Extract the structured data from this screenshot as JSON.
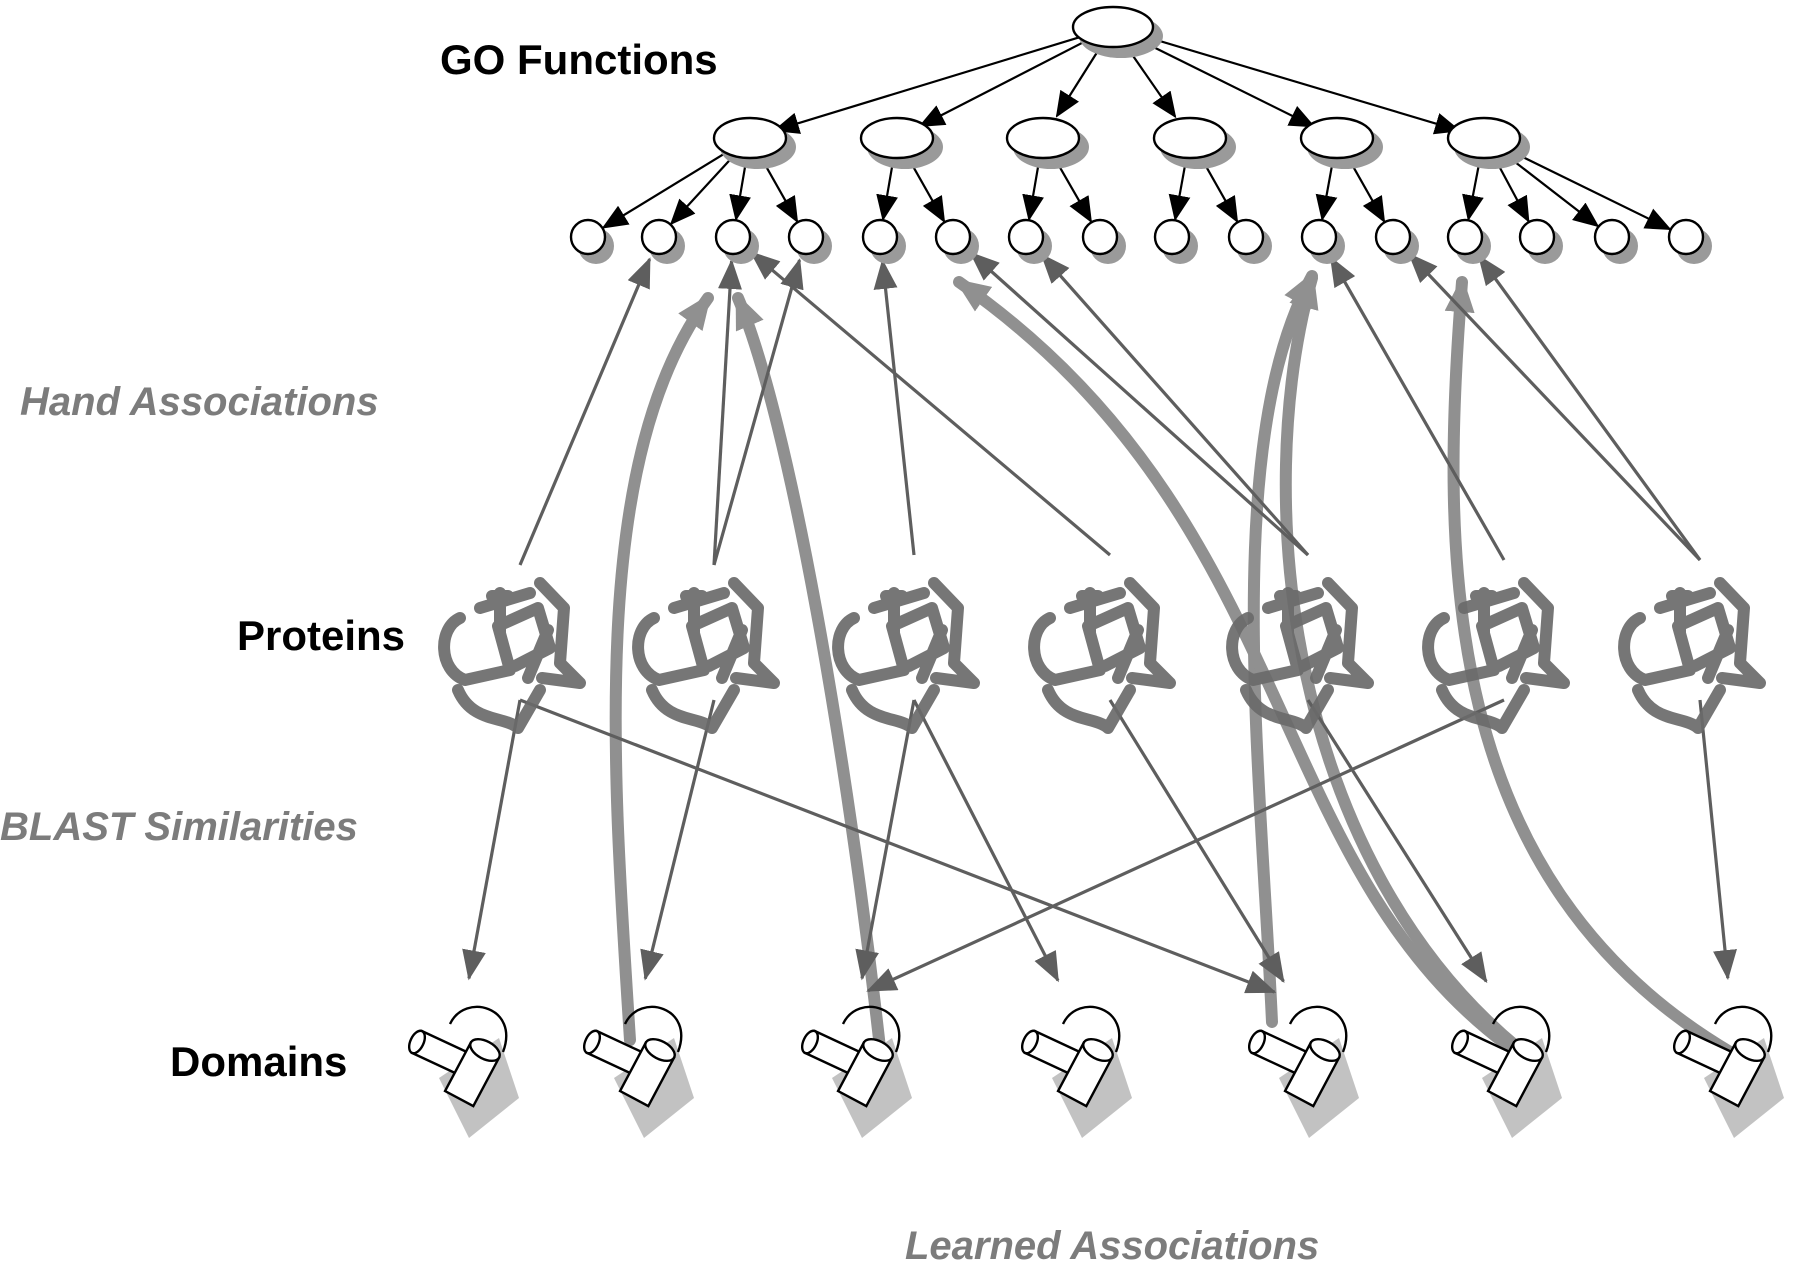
{
  "labels": {
    "go_functions": "GO Functions",
    "hand_associations": "Hand Associations",
    "proteins": "Proteins",
    "blast_similarities": "BLAST Similarities",
    "domains": "Domains",
    "learned_associations": "Learned Associations"
  },
  "colors": {
    "node_stroke": "#000000",
    "node_fill": "#ffffff",
    "shadow": "#9a9a9a",
    "hand_edge": "#5e5e5e",
    "learned_edge": "#909090",
    "protein": "#6a6a6a",
    "label_black": "#000000",
    "label_grey": "#7c7c7c"
  },
  "icons": {
    "go_node": "ellipse",
    "protein": "protein-ribbon-icon",
    "domain": "domain-cylinder-icon"
  },
  "counts": {
    "go_root": 1,
    "go_mid": 6,
    "go_leaf": 16,
    "proteins": 7,
    "domains": 7
  }
}
